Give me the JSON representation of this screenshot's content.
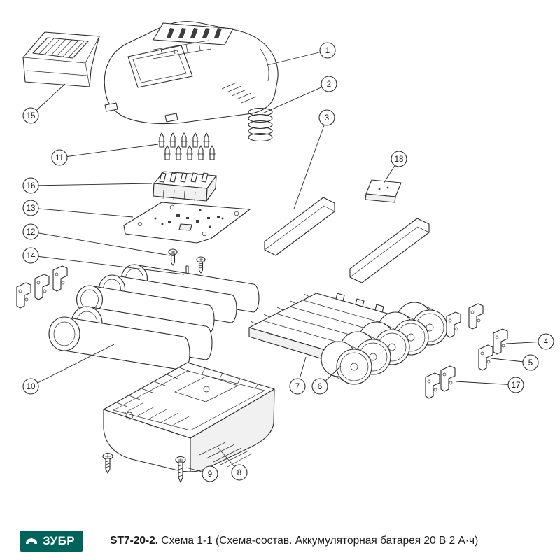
{
  "footer": {
    "brand": "ЗУБР",
    "model": "ST7-20-2.",
    "description": "Схема 1-1 (Схема-состав. Аккумуляторная батарея 20 В 2 А·ч)"
  },
  "colors": {
    "brand_teal": "#00645a",
    "line": "#2b2b2b"
  },
  "callouts": [
    {
      "label": "1"
    },
    {
      "label": "2"
    },
    {
      "label": "3"
    },
    {
      "label": "4"
    },
    {
      "label": "5"
    },
    {
      "label": "6"
    },
    {
      "label": "7"
    },
    {
      "label": "8"
    },
    {
      "label": "9"
    },
    {
      "label": "10"
    },
    {
      "label": "11"
    },
    {
      "label": "12"
    },
    {
      "label": "13"
    },
    {
      "label": "14"
    },
    {
      "label": "15"
    },
    {
      "label": "16"
    },
    {
      "label": "17"
    },
    {
      "label": "18"
    }
  ]
}
